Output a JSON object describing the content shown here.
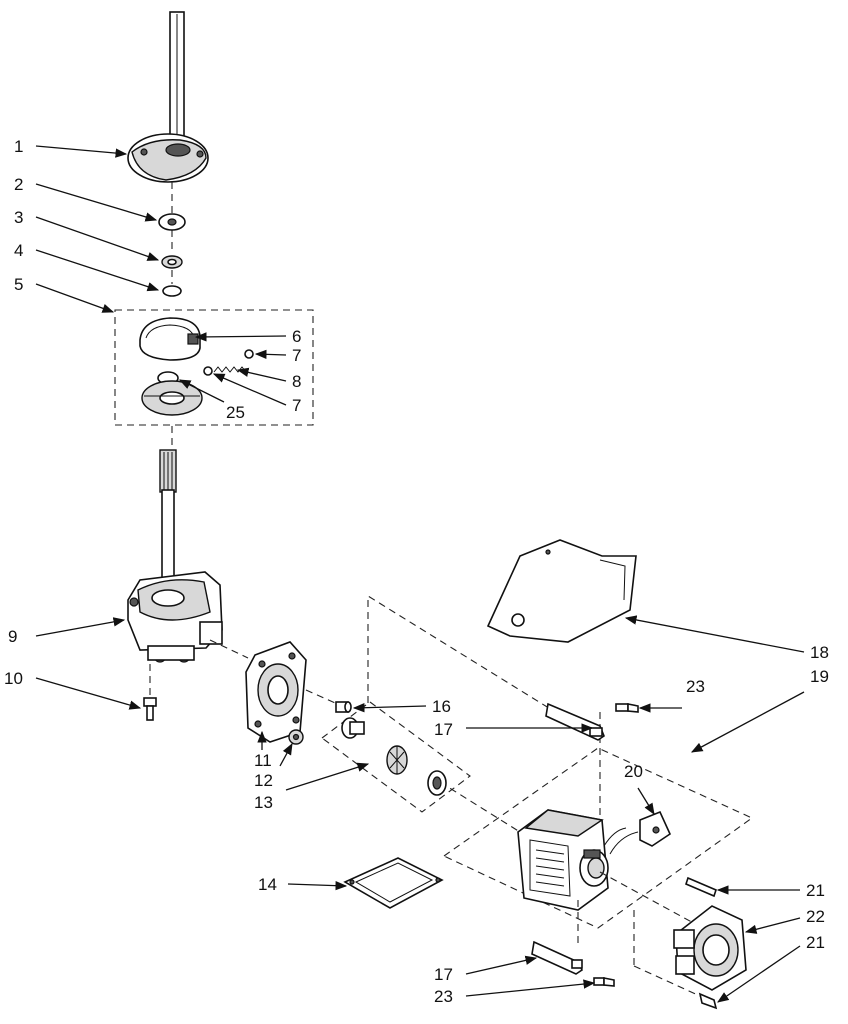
{
  "diagram": {
    "background_color": "#ffffff",
    "ink_color": "#111111",
    "callouts": [
      {
        "id": "c1",
        "text": "1"
      },
      {
        "id": "c2",
        "text": "2"
      },
      {
        "id": "c3",
        "text": "3"
      },
      {
        "id": "c4",
        "text": "4"
      },
      {
        "id": "c5",
        "text": "5"
      },
      {
        "id": "c6",
        "text": "6"
      },
      {
        "id": "c7a",
        "text": "7"
      },
      {
        "id": "c8",
        "text": "8"
      },
      {
        "id": "c7b",
        "text": "7"
      },
      {
        "id": "c25",
        "text": "25"
      },
      {
        "id": "c9",
        "text": "9"
      },
      {
        "id": "c10",
        "text": "10"
      },
      {
        "id": "c11",
        "text": "11"
      },
      {
        "id": "c12",
        "text": "12"
      },
      {
        "id": "c13",
        "text": "13"
      },
      {
        "id": "c16",
        "text": "16"
      },
      {
        "id": "c17a",
        "text": "17"
      },
      {
        "id": "c14",
        "text": "14"
      },
      {
        "id": "c18",
        "text": "18"
      },
      {
        "id": "c19",
        "text": "19"
      },
      {
        "id": "c23a",
        "text": "23"
      },
      {
        "id": "c20",
        "text": "20"
      },
      {
        "id": "c21a",
        "text": "21"
      },
      {
        "id": "c22",
        "text": "22"
      },
      {
        "id": "c21b",
        "text": "21"
      },
      {
        "id": "c17b",
        "text": "17"
      },
      {
        "id": "c23b",
        "text": "23"
      }
    ]
  }
}
